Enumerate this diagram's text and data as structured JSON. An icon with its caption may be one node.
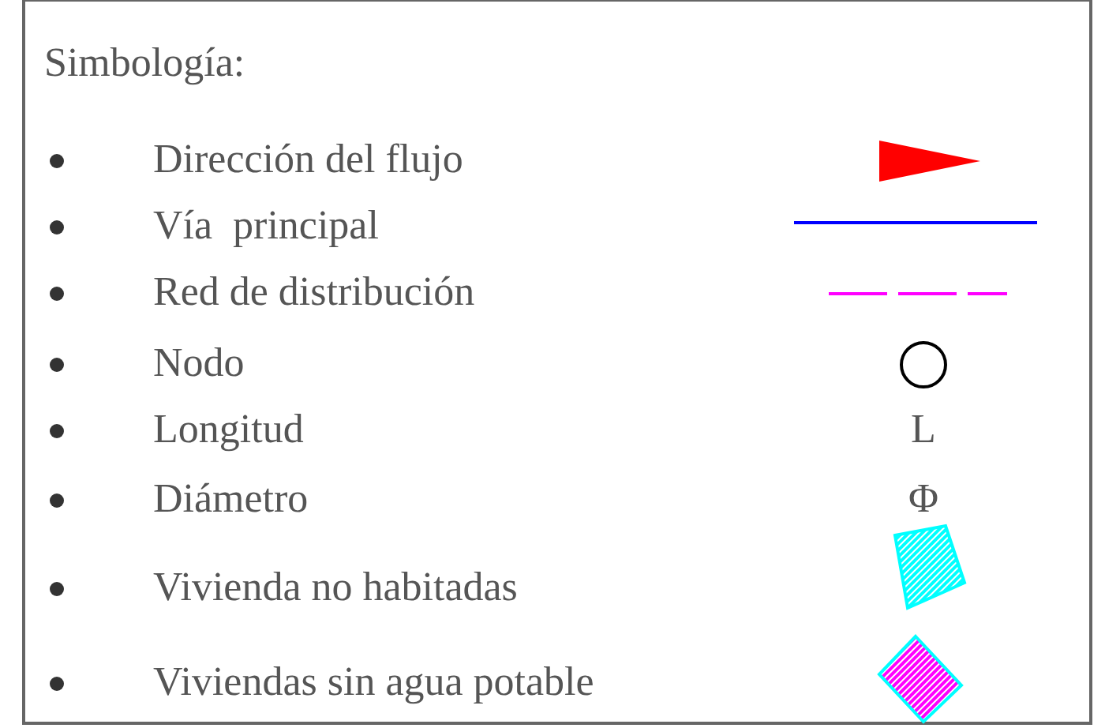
{
  "diagram": {
    "title": "Simbología:",
    "legend": [
      {
        "text": "Dirección del flujo"
      },
      {
        "text": "Vía  principal"
      },
      {
        "text": "Red de distribución"
      },
      {
        "text": "Nodo"
      },
      {
        "text": "Longitud"
      },
      {
        "text": "Diámetro"
      },
      {
        "text": "Vivienda no habitadas"
      },
      {
        "text": "Viviendas sin agua potable"
      }
    ],
    "labels": [
      "L",
      "Φ"
    ]
  }
}
